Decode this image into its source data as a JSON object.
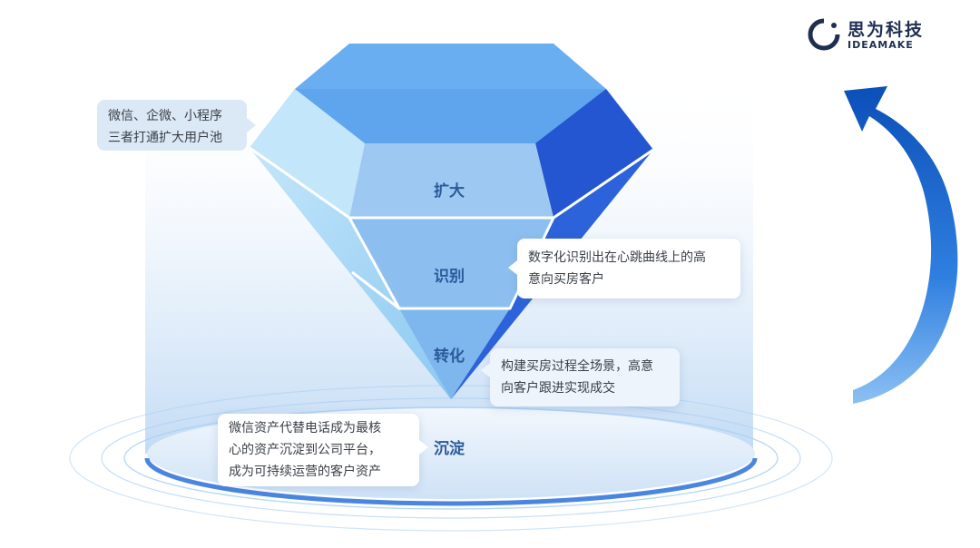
{
  "brand": {
    "name_cn": "思为科技",
    "name_en": "IDEAMAKE"
  },
  "stages": [
    {
      "label": "扩大"
    },
    {
      "label": "识别"
    },
    {
      "label": "转化"
    },
    {
      "label": "沉淀"
    }
  ],
  "callouts": {
    "expand": {
      "lines": [
        "微信、企微、小程序",
        "三者打通扩大用户池"
      ]
    },
    "identify": {
      "lines": [
        "数字化识别出在心跳曲线上的高",
        "意向买房客户"
      ]
    },
    "convert": {
      "lines": [
        "构建买房过程全场景，高意",
        "向客户跟进实现成交"
      ]
    },
    "retain": {
      "lines": [
        "微信资产代替电话成为最核",
        "心的资产沉淀到公司平台，",
        "成为可持续运营的客户资产"
      ]
    }
  },
  "colors": {
    "diamond_top": "#6aaef2",
    "diamond_left": "#b3dcf7",
    "diamond_right_dark": "#2456d2",
    "diamond_center": "#9cc8f2",
    "base_disc": "#dce9f8",
    "base_edge": "#4a86e0",
    "arrow": "#1d63c9",
    "brand_text": "#1f2f52",
    "stage_text": "#2b5a9a"
  },
  "icons": {
    "cycle_arrow": "curved-up-arrow-icon",
    "brand_logo": "ideamake-logo-icon"
  }
}
